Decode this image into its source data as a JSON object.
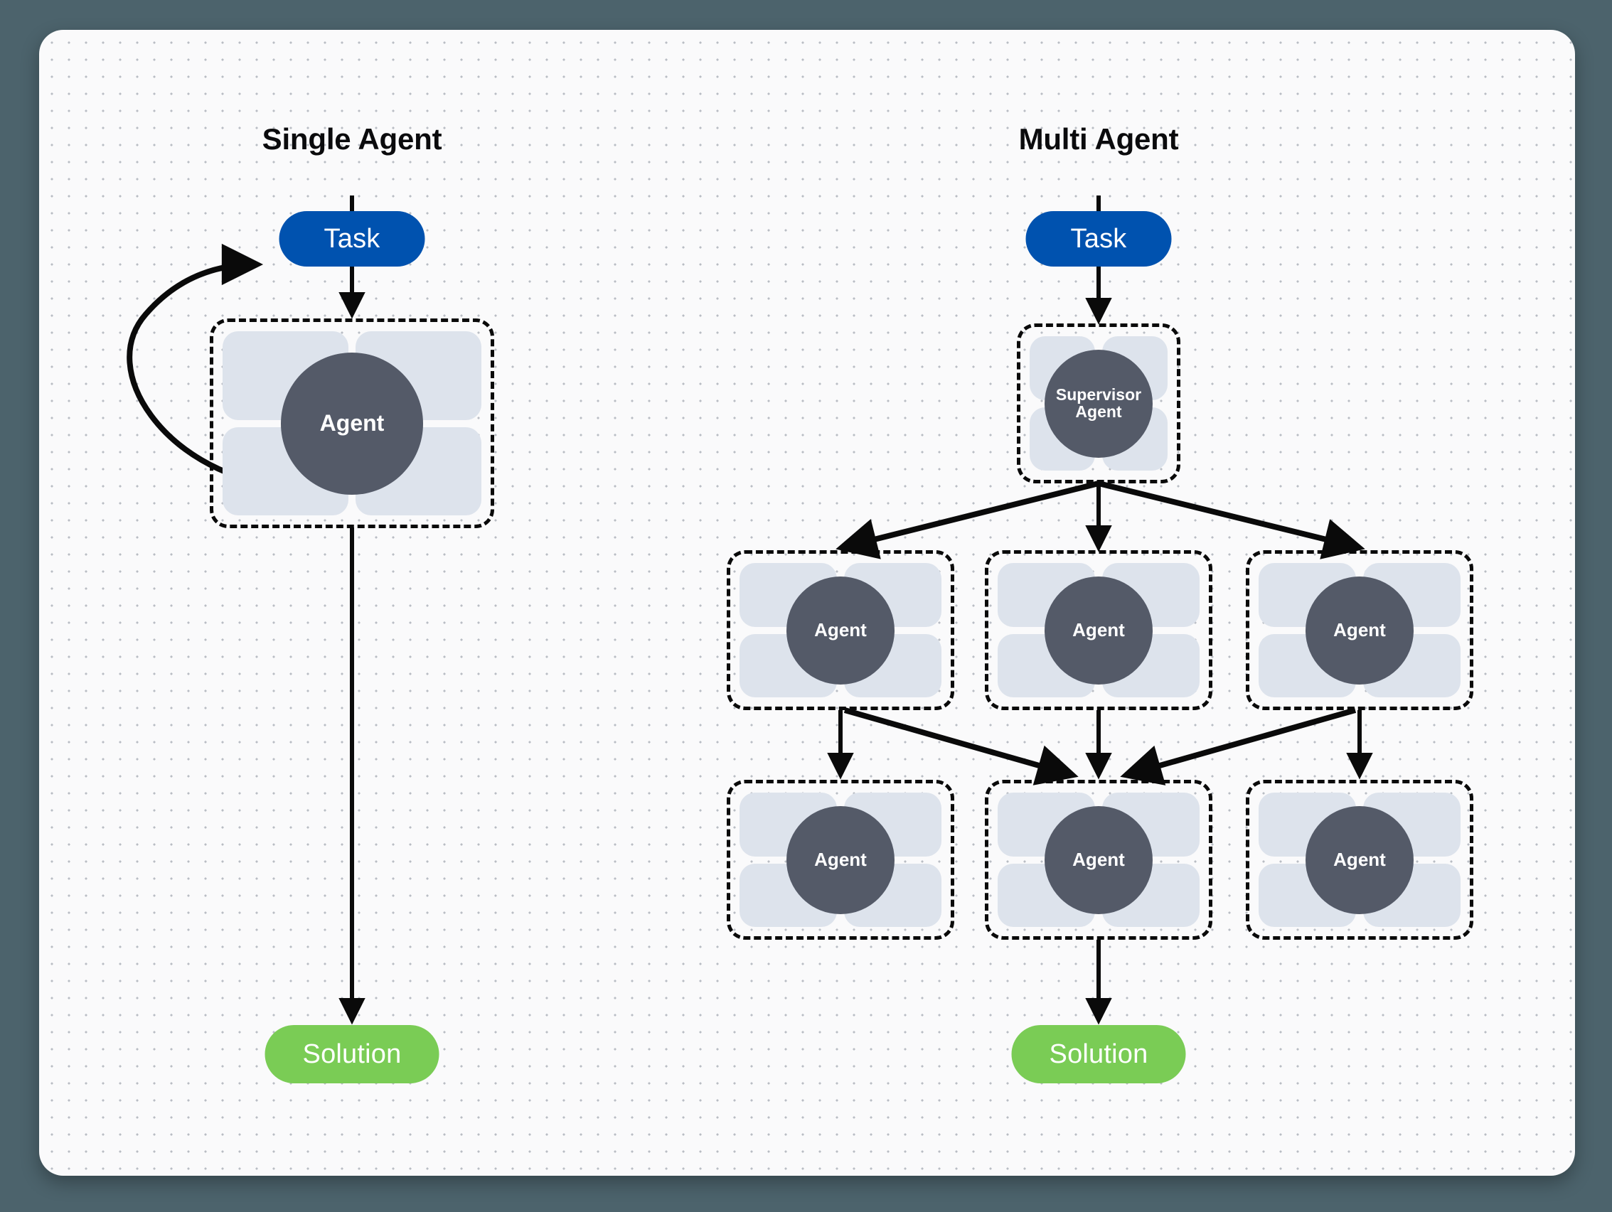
{
  "diagram": {
    "title_single": "Single Agent",
    "title_multi": "Multi Agent",
    "colors": {
      "page_background": "#4c636c",
      "canvas_background": "#fafafb",
      "dot_grid": "#b9bdc4",
      "task_blue": "#0052AF",
      "solution_green": "#7ACC55",
      "agent_core_gray": "#545A68",
      "tile_blue_gray": "#dde3ec",
      "edge_black": "#0a0a0a"
    }
  },
  "single_agent": {
    "title": "Single Agent",
    "task_label": "Task",
    "agent_label": "Agent",
    "solution_label": "Solution",
    "self_loop": "feedback-loop"
  },
  "multi_agent": {
    "title": "Multi Agent",
    "task_label": "Task",
    "supervisor_line1": "Supervisor",
    "supervisor_line2": "Agent",
    "solution_label": "Solution",
    "row1": [
      {
        "label": "Agent"
      },
      {
        "label": "Agent"
      },
      {
        "label": "Agent"
      }
    ],
    "row2": [
      {
        "label": "Agent"
      },
      {
        "label": "Agent"
      },
      {
        "label": "Agent"
      }
    ]
  }
}
